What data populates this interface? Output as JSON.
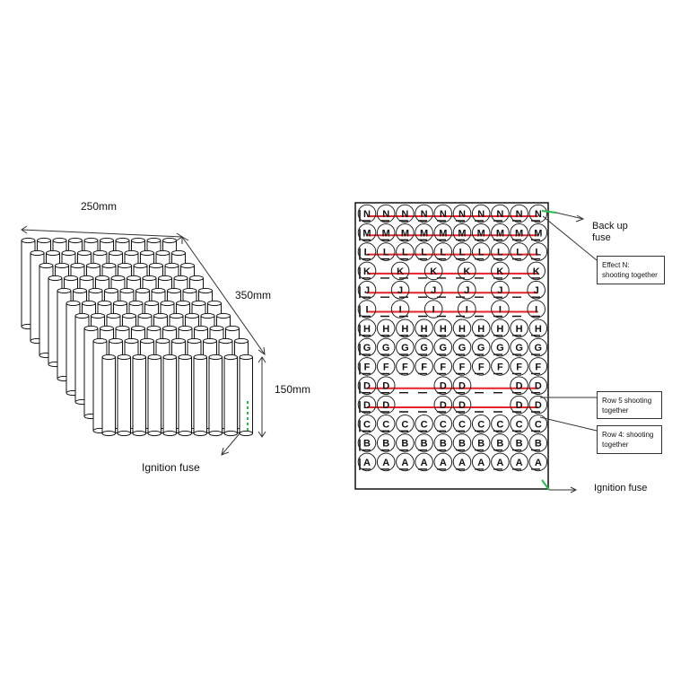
{
  "left_view": {
    "width_label": "250mm",
    "depth_label": "350mm",
    "height_label": "150mm",
    "fuse_label": "Ignition fuse"
  },
  "right_view": {
    "row_letters": [
      "N",
      "M",
      "L",
      "K",
      "J",
      "I",
      "H",
      "G",
      "F",
      "D",
      "D",
      "C",
      "B",
      "A"
    ],
    "callouts": {
      "backup_fuse_line1": "Back up",
      "backup_fuse_line2": "fuse",
      "effect_n_line1": "Effect N:",
      "effect_n_line2": "shooting together",
      "row5_line1": "Row 5  shooting",
      "row5_line2": "together",
      "row4_line1": "Row 4:  shooting",
      "row4_line2": "together",
      "ignition_fuse": "Ignition fuse"
    }
  },
  "colors": {
    "link_line": "#e8202a",
    "fuse": "#2eb84a",
    "outline": "#111111"
  }
}
